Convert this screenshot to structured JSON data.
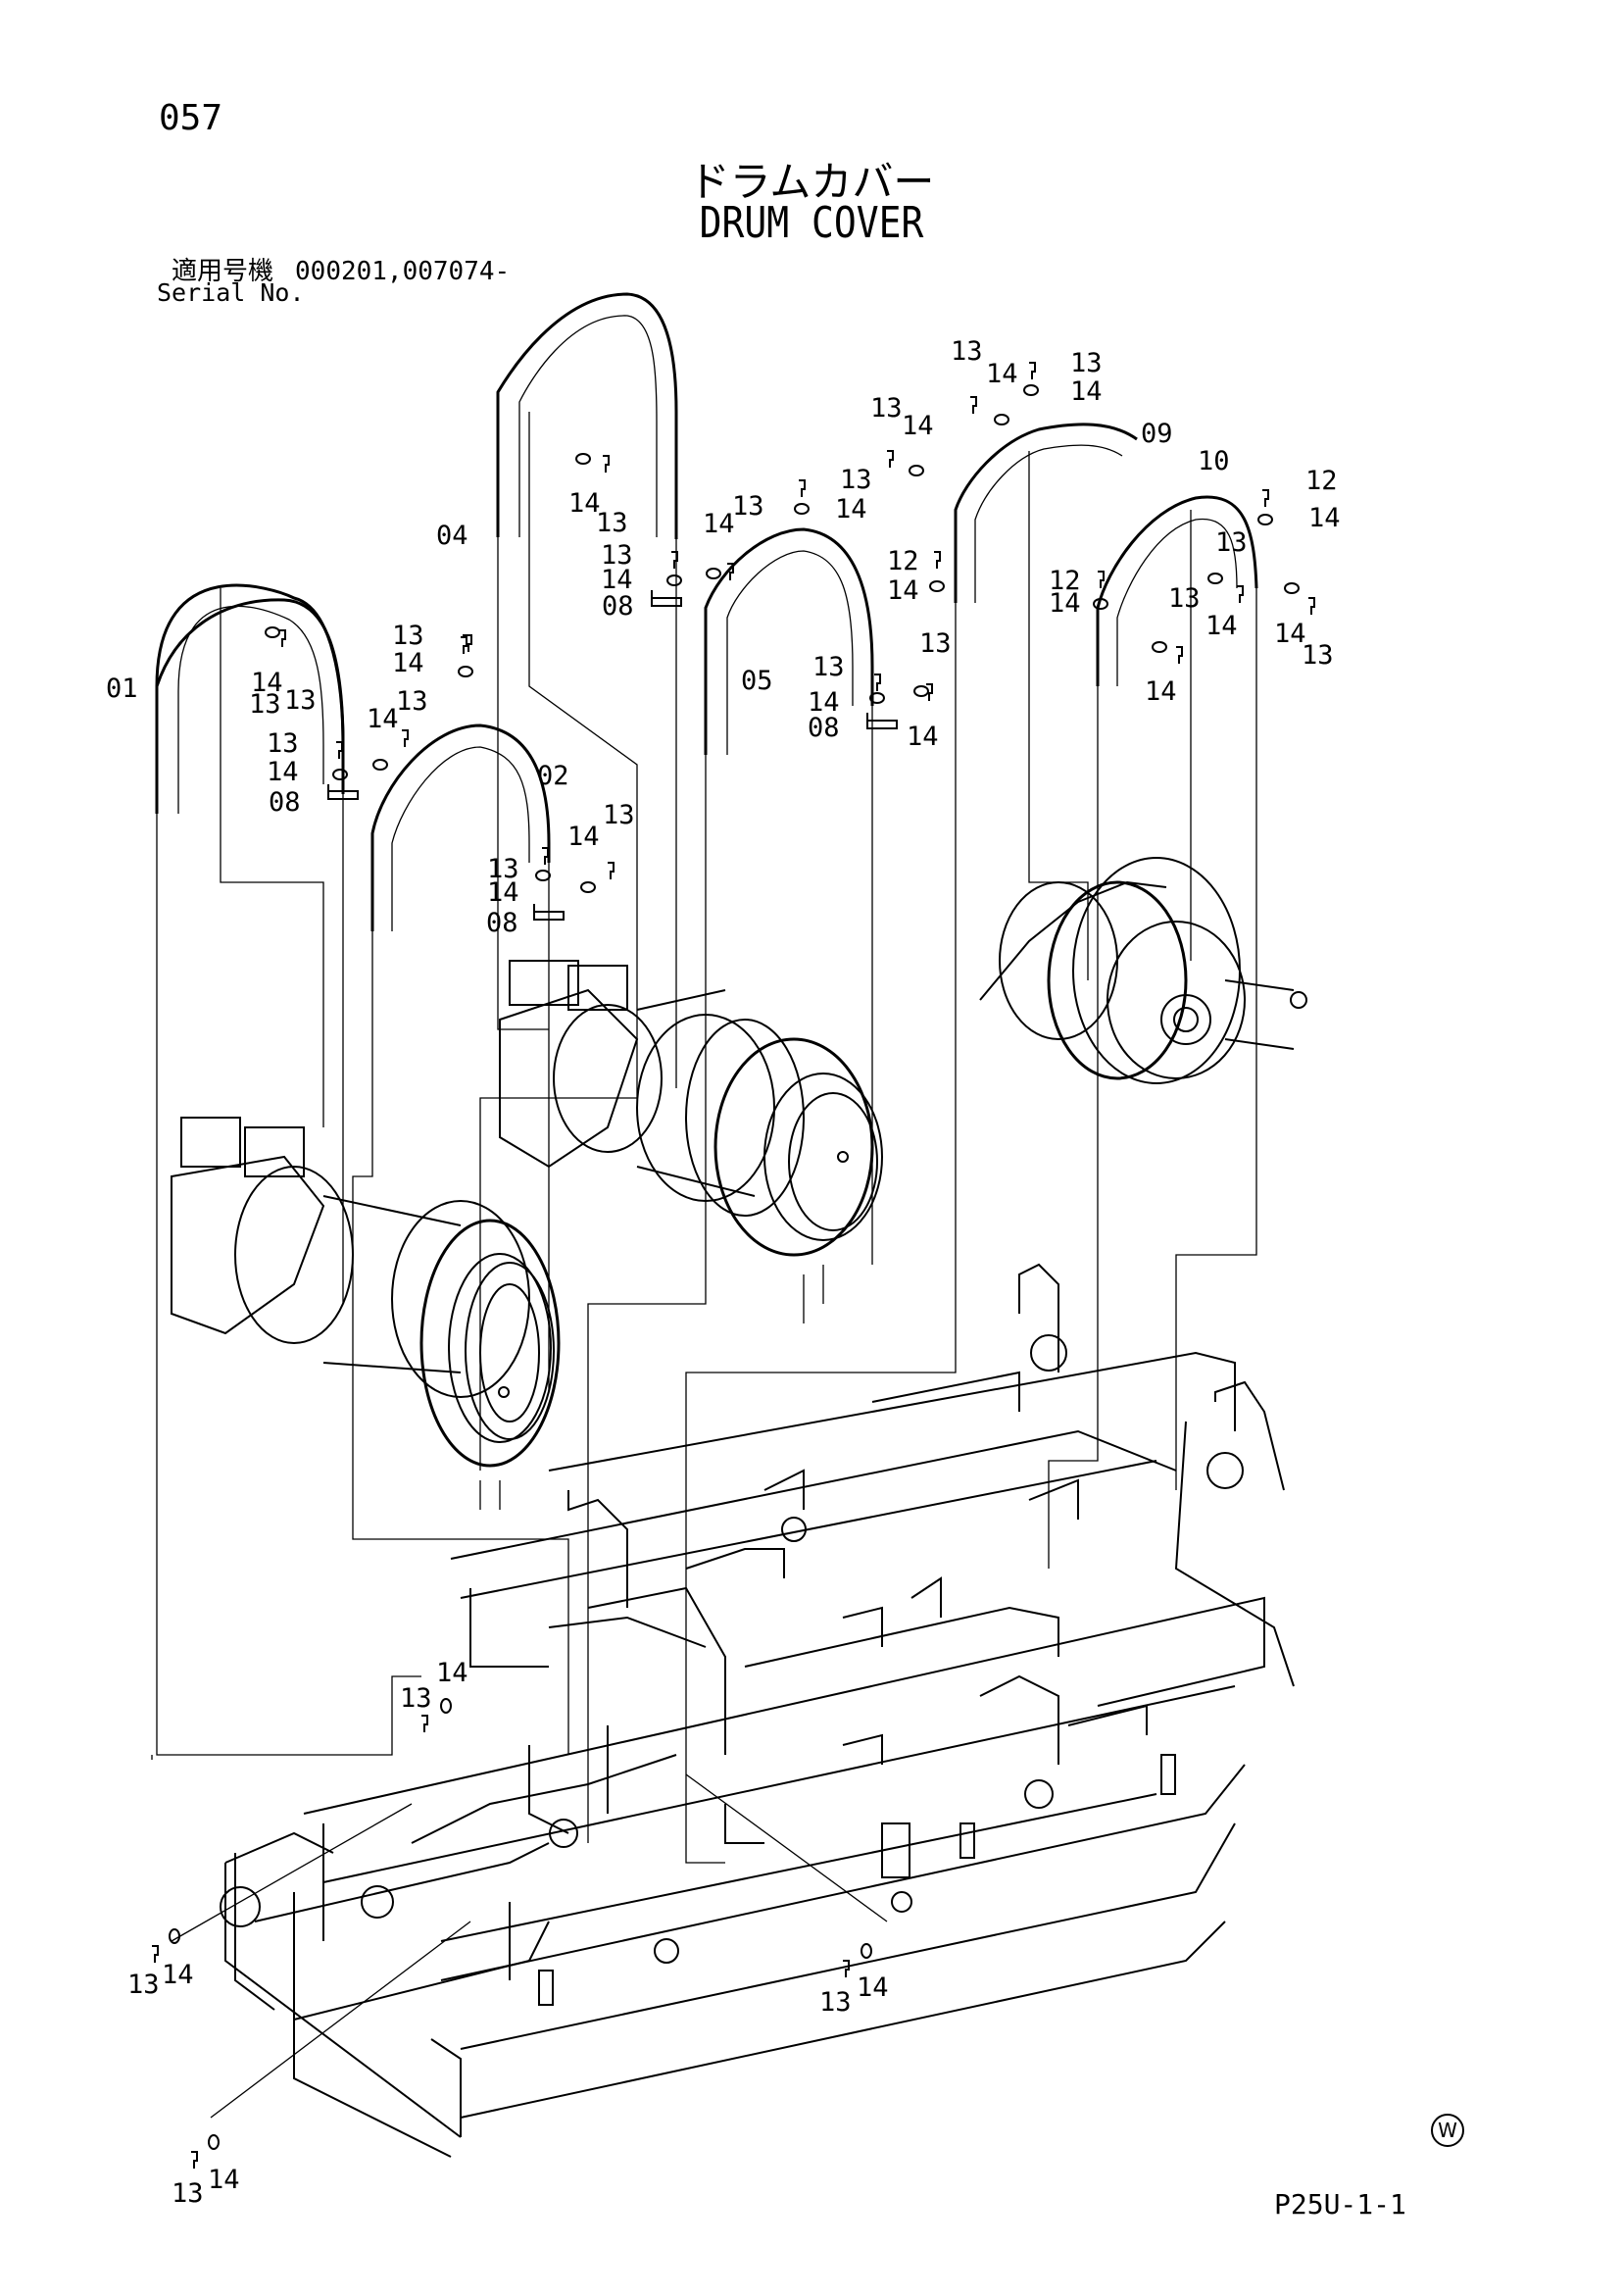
{
  "header": {
    "page_number": "057",
    "title_jp": "ドラムカバー",
    "title_en": "DRUM COVER",
    "serial_label_jp": "適用号機",
    "serial_value": "000201,007074-",
    "serial_label_en": "Serial No."
  },
  "callouts": {
    "c01": "01",
    "c02": "02",
    "c04": "04",
    "c05": "05",
    "c08a": "08",
    "c08b": "08",
    "c08c": "08",
    "c08d": "08",
    "c09": "09",
    "c10": "10",
    "c12a": "12",
    "c12b": "12",
    "c12c": "12",
    "c13": "13",
    "c14": "14"
  },
  "footer": {
    "watermark_symbol": "W",
    "page_code": "P25U-1-1"
  }
}
